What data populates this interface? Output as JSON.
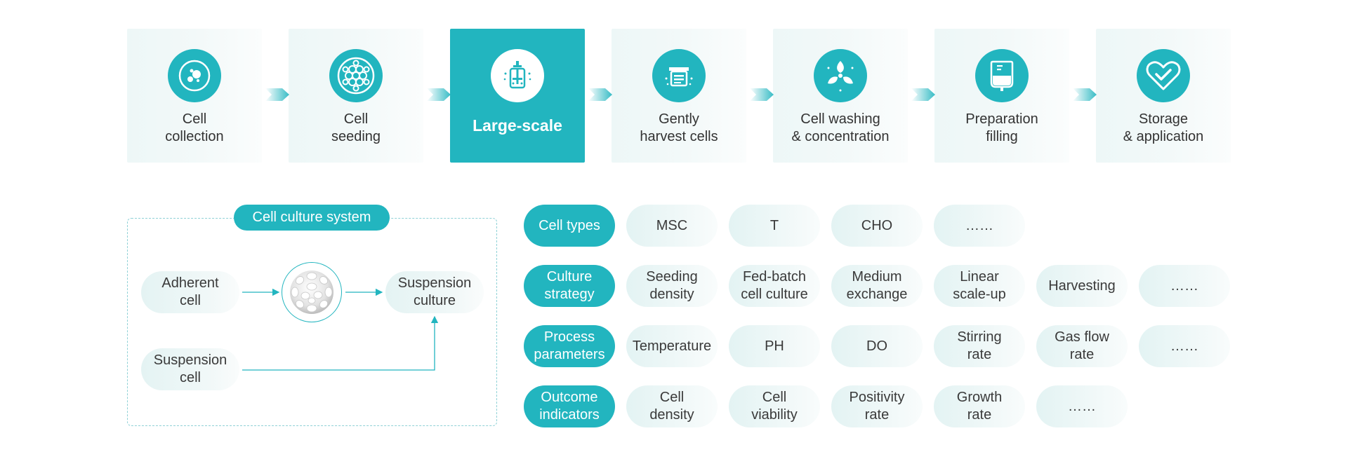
{
  "steps": [
    {
      "label": "Cell\ncollection",
      "icon": "petri-dish-icon",
      "active": false
    },
    {
      "label": "Cell\nseeding",
      "icon": "cell-cluster-icon",
      "active": false
    },
    {
      "label": "Large-scale",
      "icon": "bioreactor-icon",
      "active": true
    },
    {
      "label": "Gently\nharvest cells",
      "icon": "harvest-container-icon",
      "active": false
    },
    {
      "label": "Cell washing\n& concentration",
      "icon": "centrifuge-icon",
      "active": false
    },
    {
      "label": "Preparation\nfilling",
      "icon": "infusion-bag-icon",
      "active": false
    },
    {
      "label": "Storage\n& application",
      "icon": "heart-check-icon",
      "active": false
    }
  ],
  "system": {
    "title": "Cell culture system",
    "adherent": "Adherent\ncell",
    "suspension_cell": "Suspension\ncell",
    "suspension_culture": "Suspension\nculture"
  },
  "matrix": {
    "rows": [
      {
        "head": "Cell types",
        "items": [
          "MSC",
          "T",
          "CHO",
          "……"
        ]
      },
      {
        "head": "Culture\nstrategy",
        "items": [
          "Seeding\ndensity",
          "Fed-batch\ncell culture",
          "Medium\nexchange",
          "Linear\nscale-up",
          "Harvesting",
          "……"
        ]
      },
      {
        "head": "Process\nparameters",
        "items": [
          "Temperature",
          "PH",
          "DO",
          "Stirring\nrate",
          "Gas flow\nrate",
          "……"
        ]
      },
      {
        "head": "Outcome\nindicators",
        "items": [
          "Cell\ndensity",
          "Cell\nviability",
          "Positivity\nrate",
          "Growth\nrate",
          "……"
        ]
      }
    ]
  },
  "colors": {
    "accent": "#22b5bf",
    "chip_bg": "#e9f5f5"
  }
}
